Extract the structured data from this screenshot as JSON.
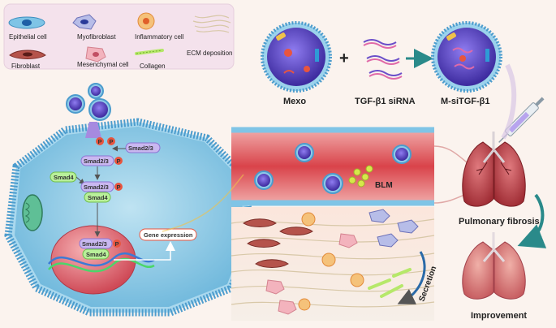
{
  "legend": {
    "items": [
      {
        "key": "epithelial",
        "label": "Epithelial cell"
      },
      {
        "key": "myofibroblast",
        "label": "Myofibroblast"
      },
      {
        "key": "inflammatory",
        "label": "Inflammatory cell"
      },
      {
        "key": "ecm",
        "label": "ECM deposition"
      },
      {
        "key": "fibroblast",
        "label": "Fibroblast"
      },
      {
        "key": "mesenchymal",
        "label": "Mesenchymal cell"
      },
      {
        "key": "collagen",
        "label": "Collagen"
      }
    ]
  },
  "synthesis": {
    "mexo_label": "Mexo",
    "plus": "+",
    "sirna_label": "TGF-β1 siRNA",
    "product_label": "M-siTGF-β1"
  },
  "pathway": {
    "p_label": "P",
    "smad23": "Smad2/3",
    "smad4": "Smad4",
    "gene_expression": "Gene expression"
  },
  "vessel": {
    "blm_label": "BLM"
  },
  "tissue": {
    "secretion_label": "Secretion"
  },
  "lungs": {
    "fibrosis_label": "Pulmonary fibrosis",
    "improvement_label": "Improvement"
  },
  "colors": {
    "membrane": "#5aa9d6",
    "exosome": "#6b4fc9",
    "smad23": "#c9b8f0",
    "smad4": "#b9f09a",
    "phospho": "#e8553f",
    "vessel": "#d94a4a",
    "teal_arrow": "#2a8a8a",
    "lung": "#b8323a"
  }
}
